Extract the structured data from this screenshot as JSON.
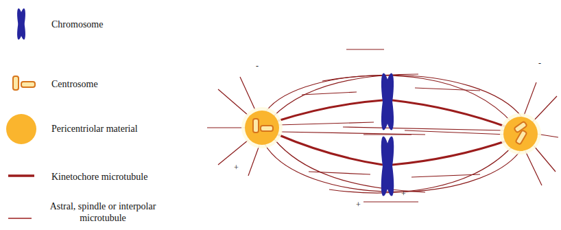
{
  "diagram": {
    "labels": [
      "-",
      "-",
      "+",
      "+",
      "+"
    ],
    "legend": [
      {
        "text": "Chromosome"
      },
      {
        "text": "Centrosome"
      },
      {
        "text": "Pericentriolar material",
        "color": "#fab52e"
      },
      {
        "text": "Kinetochore microtubule"
      },
      {
        "text": "Astral, spindle or interpolar microtubule"
      }
    ]
  }
}
